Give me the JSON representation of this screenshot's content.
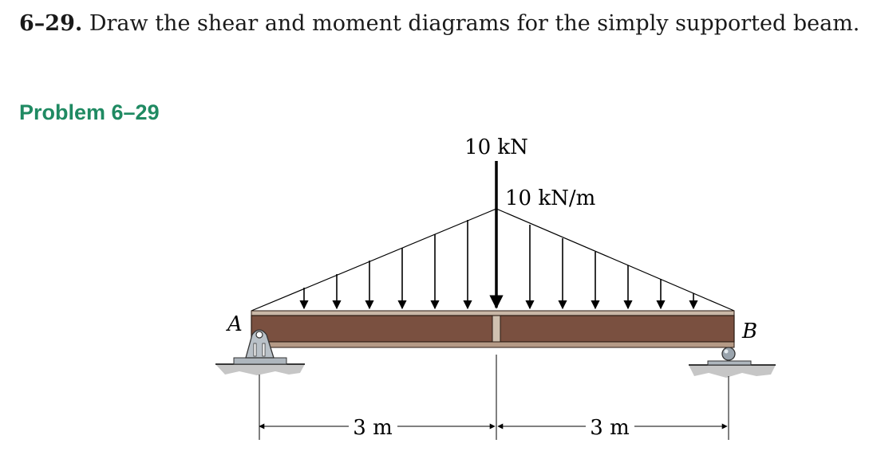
{
  "statement": {
    "number": "6–29.",
    "text": "Draw the shear and moment diagrams for the simply supported beam."
  },
  "problem_title": "Problem 6–29",
  "figure": {
    "point_load": "10 kN",
    "distributed_load": "10 kN/m",
    "support_a": "A",
    "support_b": "B",
    "dim_left": "3 m",
    "dim_right": "3 m"
  },
  "colors": {
    "beam": "#7a5040",
    "title": "#1f8a62"
  }
}
